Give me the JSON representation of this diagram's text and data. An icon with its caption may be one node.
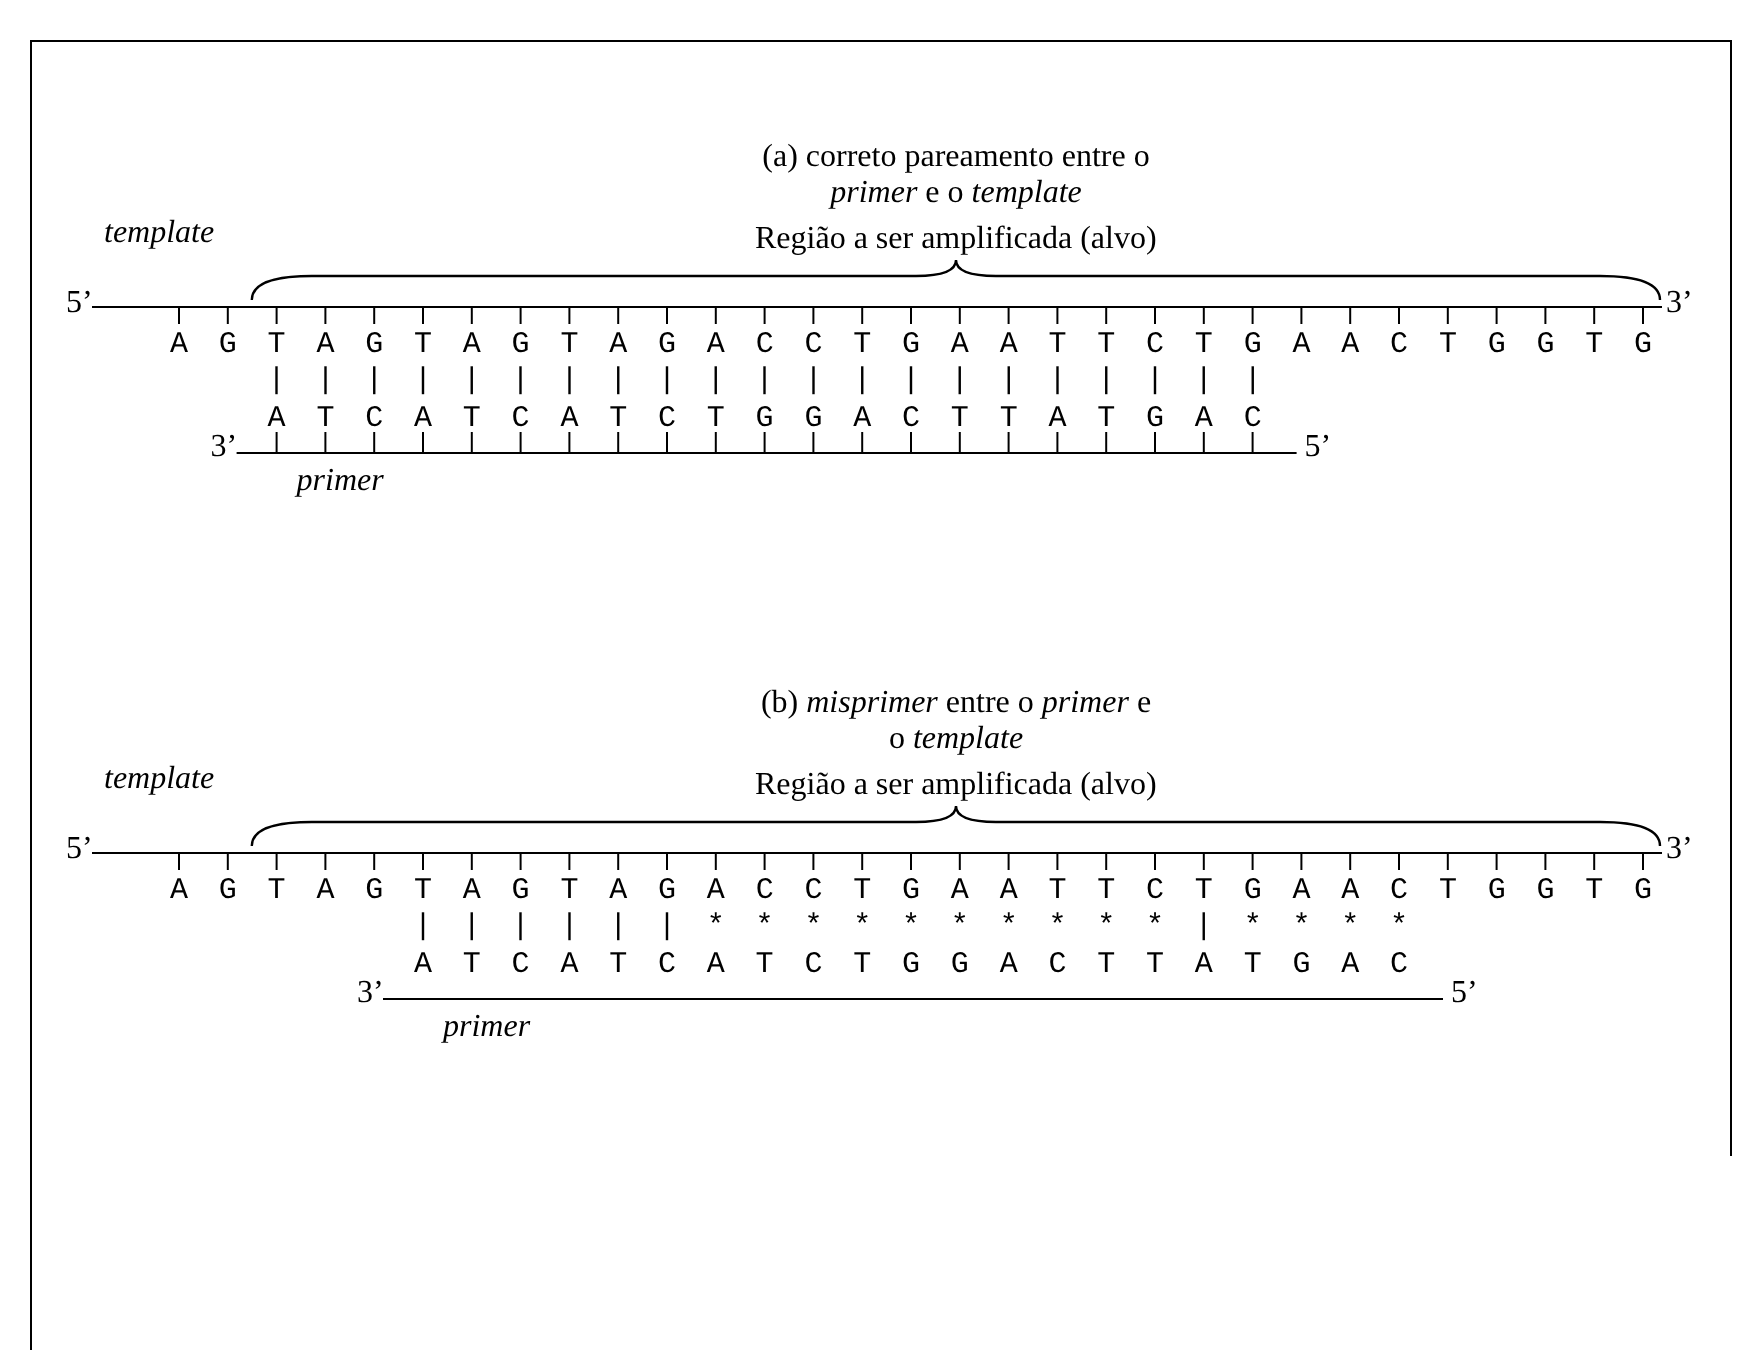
{
  "diagram": {
    "labels": [
      "(a) correto pareamento entre o *primer* e o *template*",
      "template",
      "Região a ser amplificada (alvo)",
      "5’",
      "3’",
      "AGTAGTAGTAGACCTGAATTCTGAACTGGTG",
      "|||||||||||||||||||||",
      "ATCATCATCTGGACTTATGAC",
      "3’",
      "5’",
      "primer",
      "(b) *misprimer* entre o *primer* e o *template*",
      "template",
      "Região a ser amplificada (alvo)",
      "5’",
      "3’",
      "AGTAGTAGTAGACCTGAATTCTGAACTGGTG",
      "||||||**********|****",
      "ATCATCATCTGGACTTATGAC",
      "3’",
      "5’",
      "primer"
    ]
  }
}
